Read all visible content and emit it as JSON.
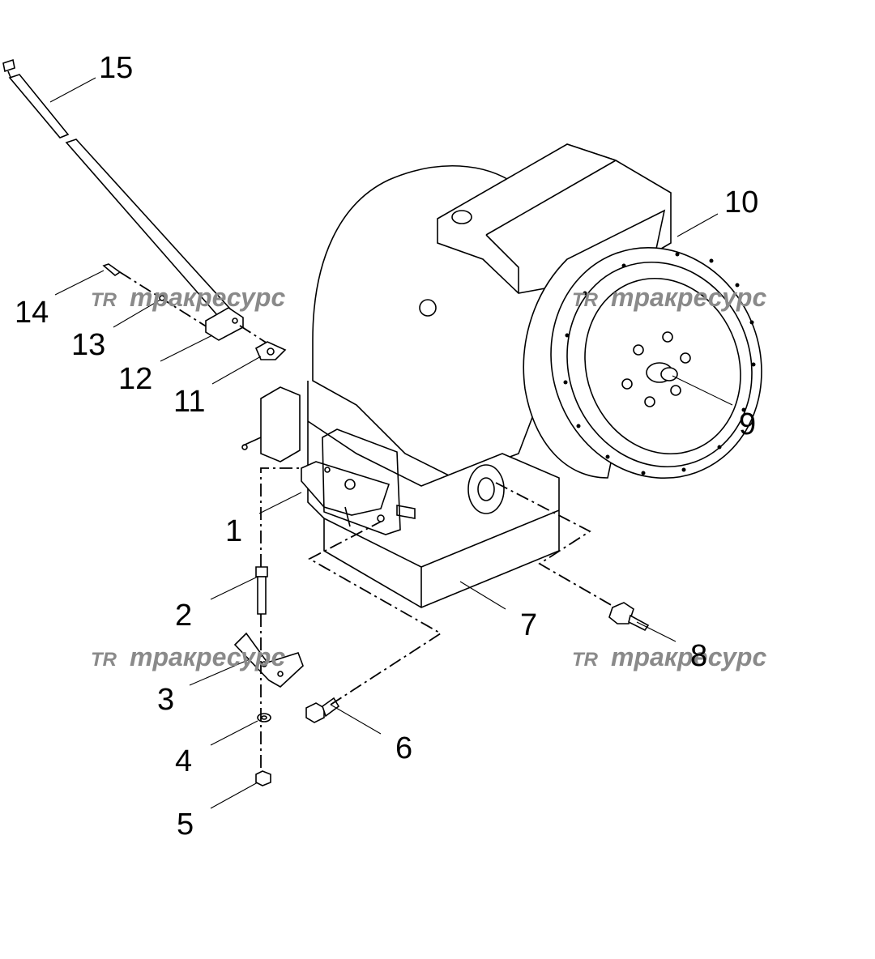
{
  "diagram": {
    "callouts": [
      "1",
      "2",
      "3",
      "4",
      "5",
      "6",
      "7",
      "8",
      "9",
      "10",
      "11",
      "12",
      "13",
      "14",
      "15"
    ],
    "watermark": {
      "logo": "TR",
      "text": "тракресурс"
    }
  }
}
